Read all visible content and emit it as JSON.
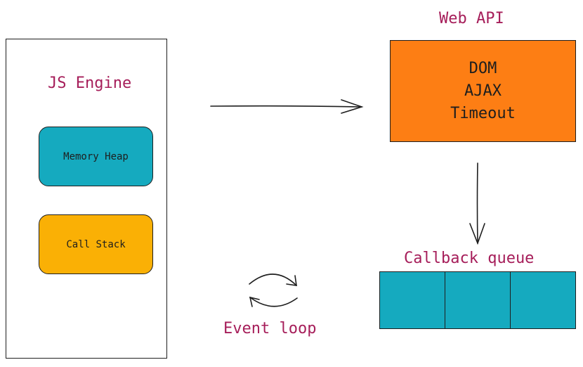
{
  "web_api": {
    "title": "Web API",
    "items": [
      "DOM",
      "AJAX",
      "Timeout"
    ]
  },
  "js_engine": {
    "title": "JS Engine",
    "memory_heap": "Memory Heap",
    "call_stack": "Call Stack"
  },
  "callback_queue": {
    "title": "Callback queue",
    "cells": 3
  },
  "event_loop": {
    "label": "Event loop"
  },
  "colors": {
    "memory_heap": "#15aabf",
    "call_stack": "#fab005",
    "web_api": "#fd7e14",
    "queue": "#15aabf",
    "label": "#a61e5a",
    "stroke": "#1e1e1e"
  }
}
